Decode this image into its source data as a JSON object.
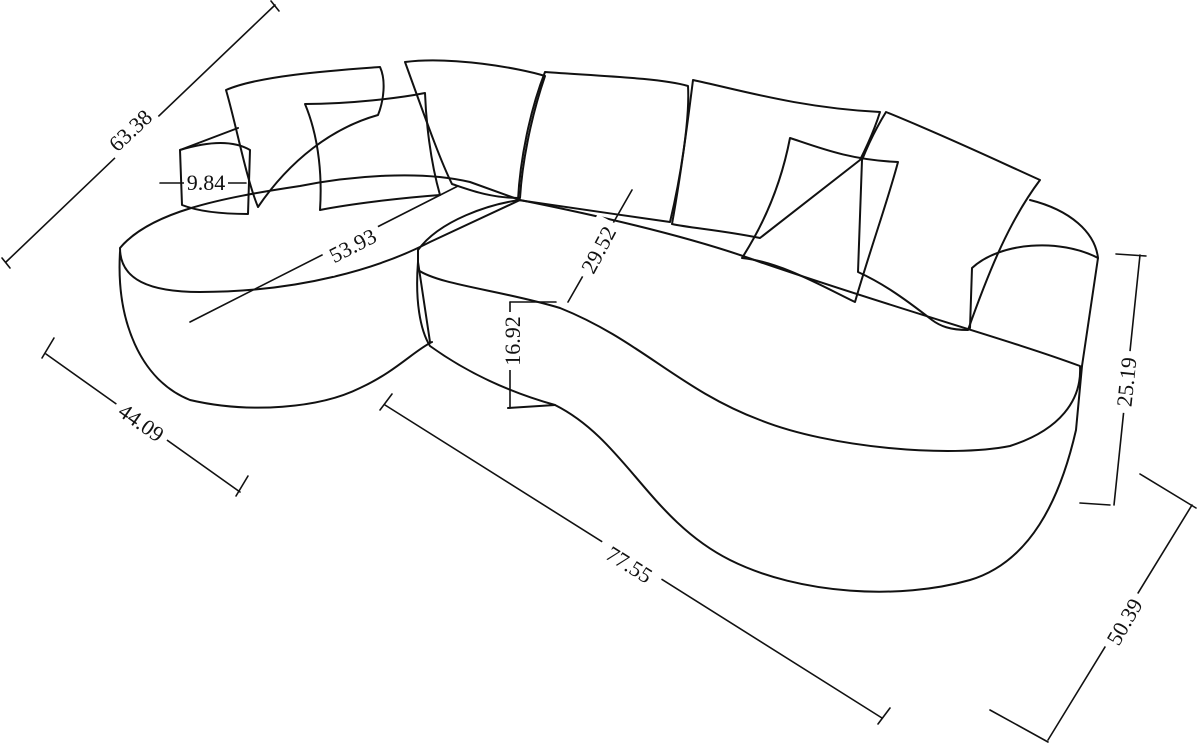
{
  "colors": {
    "ink": "#111111",
    "background": "#ffffff"
  },
  "dimensions": {
    "overall_depth": "63.38",
    "armrest_width": "9.84",
    "chaise_seat_length": "53.93",
    "seat_depth": "29.52",
    "seat_height": "16.92",
    "chaise_width": "44.09",
    "front_length": "77.55",
    "height": "25.19",
    "right_depth": "50.39"
  }
}
